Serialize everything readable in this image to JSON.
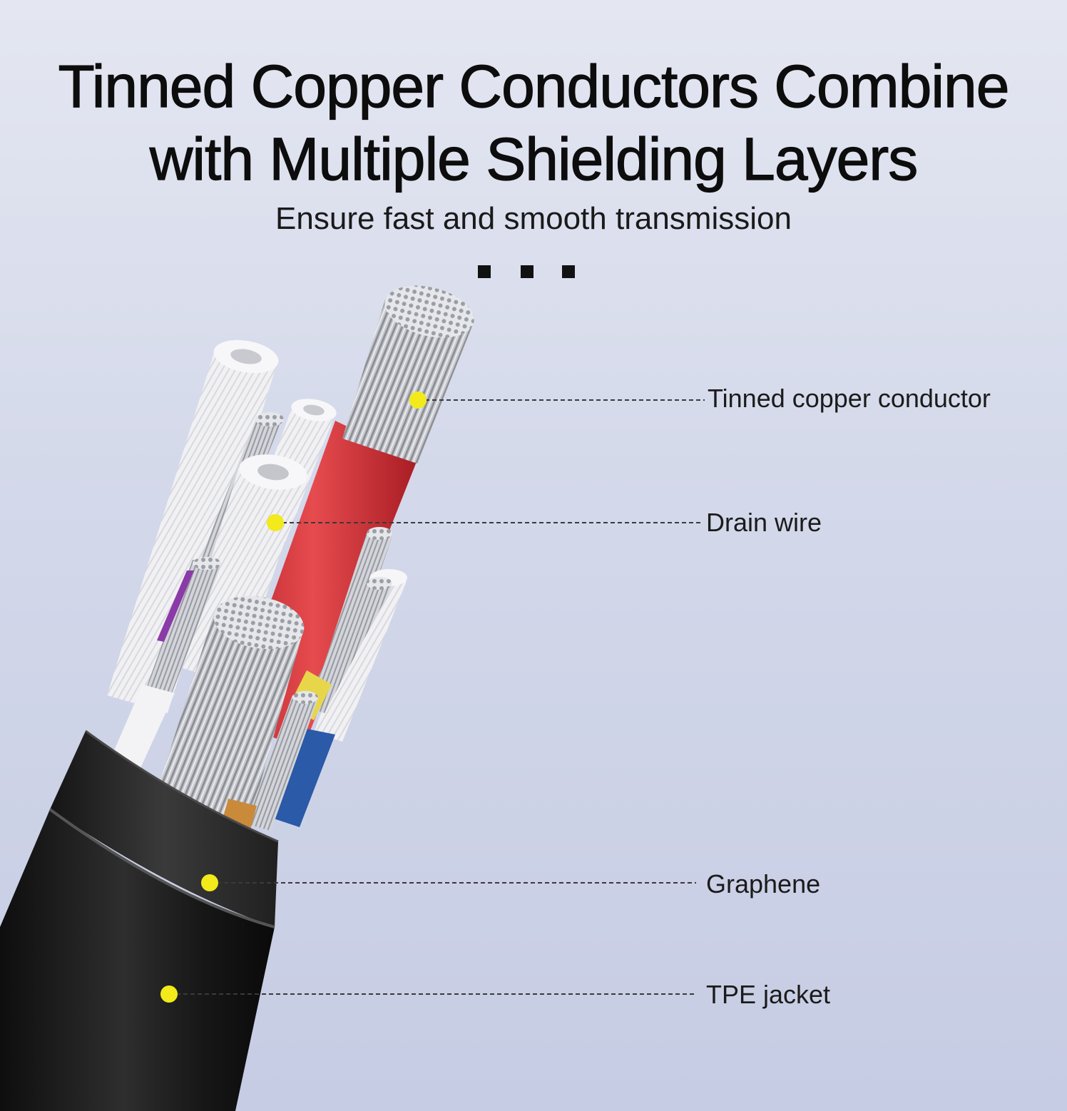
{
  "header": {
    "title_line1": "Tinned Copper Conductors Combine",
    "title_line2": "with Multiple Shielding Layers",
    "subtitle": "Ensure fast and smooth transmission"
  },
  "callouts": [
    {
      "id": "tinned-copper-conductor",
      "label": "Tinned copper conductor"
    },
    {
      "id": "drain-wire",
      "label": "Drain wire"
    },
    {
      "id": "graphene",
      "label": "Graphene"
    },
    {
      "id": "tpe-jacket",
      "label": "TPE jacket"
    }
  ],
  "colors": {
    "marker": "#f2ea1a",
    "jacket": "#1c1c1c",
    "red_insulation": "#d93a3e",
    "strand": "#b7b9bf"
  }
}
